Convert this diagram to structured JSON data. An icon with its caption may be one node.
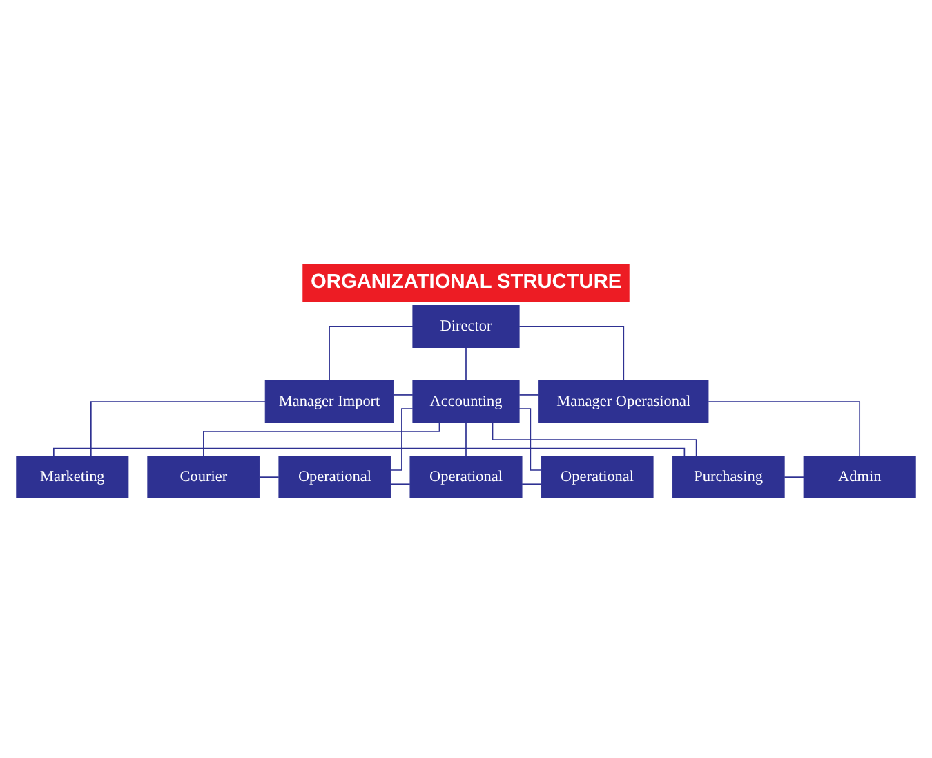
{
  "diagram": {
    "title": "ORGANIZATIONAL STRUCTURE",
    "nodes": [
      {
        "text": [
          "Director"
        ]
      },
      {
        "text": [
          "Manager Import"
        ]
      },
      {
        "text": [
          "Accounting"
        ]
      },
      {
        "text": [
          "Manager Operasional"
        ]
      },
      {
        "text": [
          "Marketing"
        ]
      },
      {
        "text": [
          "Purchasing"
        ]
      },
      {
        "text": [
          "Admin"
        ]
      },
      {
        "text": [
          "Courier"
        ]
      },
      {
        "text": [
          "Operational"
        ]
      },
      {
        "text": [
          "Operational"
        ]
      },
      {
        "text": [
          "Operational"
        ]
      }
    ],
    "edges": [
      {
        "from": 0,
        "to": 1,
        "arrow": "none"
      },
      {
        "from": 0,
        "to": 2,
        "arrow": "none"
      },
      {
        "from": 0,
        "to": 3,
        "arrow": "none"
      },
      {
        "from": 1,
        "to": 2,
        "arrow": "none"
      },
      {
        "from": 2,
        "to": 3,
        "arrow": "none"
      },
      {
        "from": 1,
        "to": 4,
        "arrow": "none"
      },
      {
        "from": 2,
        "to": 5,
        "arrow": "none"
      },
      {
        "from": 3,
        "to": 6,
        "arrow": "none"
      },
      {
        "from": 4,
        "to": 5,
        "arrow": "none"
      },
      {
        "from": 5,
        "to": 6,
        "arrow": "none"
      },
      {
        "from": 2,
        "to": 7,
        "arrow": "none"
      },
      {
        "from": 2,
        "to": 8,
        "arrow": "none"
      },
      {
        "from": 2,
        "to": 9,
        "arrow": "none"
      },
      {
        "from": 2,
        "to": 10,
        "arrow": "none"
      },
      {
        "from": 7,
        "to": 8,
        "arrow": "none"
      },
      {
        "from": 8,
        "to": 9,
        "arrow": "none"
      },
      {
        "from": 9,
        "to": 10,
        "arrow": "none"
      }
    ]
  }
}
